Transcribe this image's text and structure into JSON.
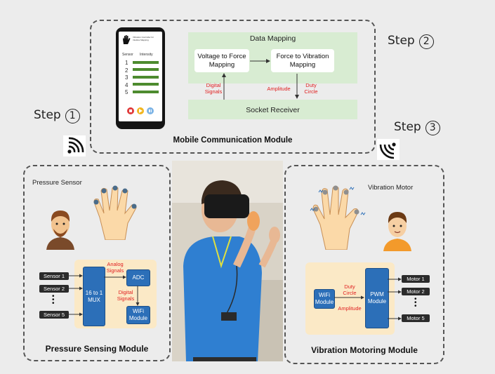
{
  "steps": [
    {
      "word": "Step",
      "num": "1"
    },
    {
      "word": "Step",
      "num": "2"
    },
    {
      "word": "Step",
      "num": "3"
    }
  ],
  "mobile": {
    "title": "Mobile Communication Module",
    "phone": {
      "app_title": "Vibration Controller for Intuitive Mapping",
      "col_sensor": "Sensor",
      "col_intensity": "Intensity",
      "rows": [
        "1",
        "2",
        "3",
        "4",
        "5"
      ]
    },
    "data_mapping": "Data Mapping",
    "v2f": "Voltage to Force Mapping",
    "f2v": "Force to Vibration Mapping",
    "digital_signals": "Digital Signals",
    "amplitude": "Amplitude",
    "duty_circle": "Duty Circle",
    "socket": "Socket Receiver"
  },
  "pressure": {
    "title": "Pressure Sensing Module",
    "sensor_label": "Pressure Sensor",
    "sensors": [
      "Sensor 1",
      "Sensor 2",
      "Sensor 5"
    ],
    "mux": "16 to 1 MUX",
    "analog": "Analog Signals",
    "adc": "ADC",
    "digital": "Digital Signals",
    "wifi": "WiFi Module"
  },
  "vibration": {
    "title": "Vibration Motoring Module",
    "motor_label": "Vibration Motor",
    "wifi": "WiFi Module",
    "duty": "Duty Circle",
    "amplitude": "Amplitude",
    "pwm": "PWM Module",
    "motors": [
      "Motor 1",
      "Motor 2",
      "Motor 5"
    ]
  },
  "colors": {
    "red": "#e02020",
    "blue": "#2c6fb8",
    "green": "#d8ecd2",
    "beige": "#fbe9c6",
    "motor_dot": "#8f8f8f",
    "sensor_dot": "#4a6c8a"
  }
}
